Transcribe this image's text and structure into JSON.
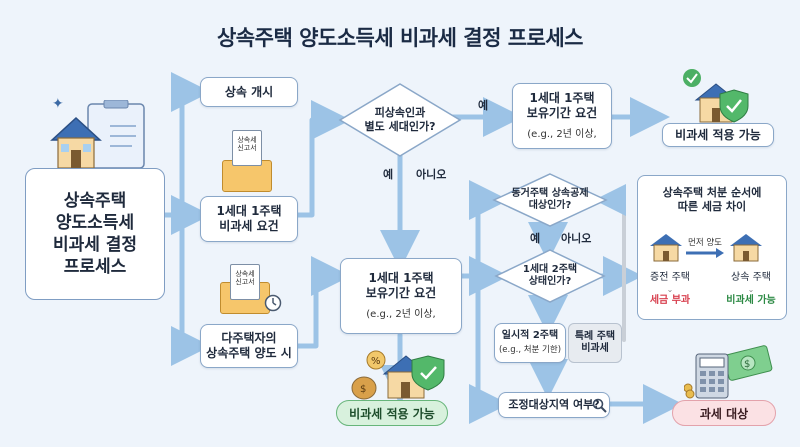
{
  "title": "상속주택 양도소득세 비과세 결정 프로세스",
  "start": {
    "label": "상속주택\n양도소득세\n비과세 결정\n프로세스"
  },
  "nodes": {
    "inherit_start": "상속 개시",
    "one_house": "1세대 1주택\n비과세 요건",
    "multi_house": "다주택자의\n상속주택 양도 시",
    "one_house_req_top": {
      "title": "1세대 1주택\n보유기간 요건",
      "sub": "(e.g., 2년 이상,"
    },
    "one_house_req_mid": {
      "title": "1세대 1주택\n보유기간 요건",
      "sub": "(e.g., 2년 이상,"
    },
    "temp_two": {
      "title": "일시적 2주택",
      "sub": "(e.g., 처분 기한)"
    },
    "special": "특례 주택\n비과세",
    "adjust": "조정대상지역 여부?"
  },
  "decisions": {
    "d1": "피상속인과\n별도 세대인가?",
    "d2": "동거주택 상속공제\n대상인가?",
    "d3": "1세대 2주택\n상태인가?"
  },
  "edge_labels": {
    "yes_top": "예",
    "yes_d1": "예",
    "no_d1": "아니오",
    "yes_d2": "예",
    "no_d2": "아니오"
  },
  "docs": {
    "doc1": "상속세\n신고서",
    "doc2": "상속세\n신고서"
  },
  "results": {
    "exempt_top": "비과세 적용 가능",
    "exempt_bottom": "비과세 적용 가능",
    "taxed": "과세 대상"
  },
  "compare": {
    "title": "상속주택 처분 순서에\n따른 세금 차이",
    "arrow_label": "먼저 양도",
    "left_label": "증전 주택",
    "left_result": "세금 부과",
    "right_label": "상속 주택",
    "right_result": "비과세 가능"
  },
  "colors": {
    "arrow": "#9cc3e6",
    "accent_green": "#67b57a",
    "accent_red": "#d8404f",
    "border": "#8aa7c8"
  }
}
